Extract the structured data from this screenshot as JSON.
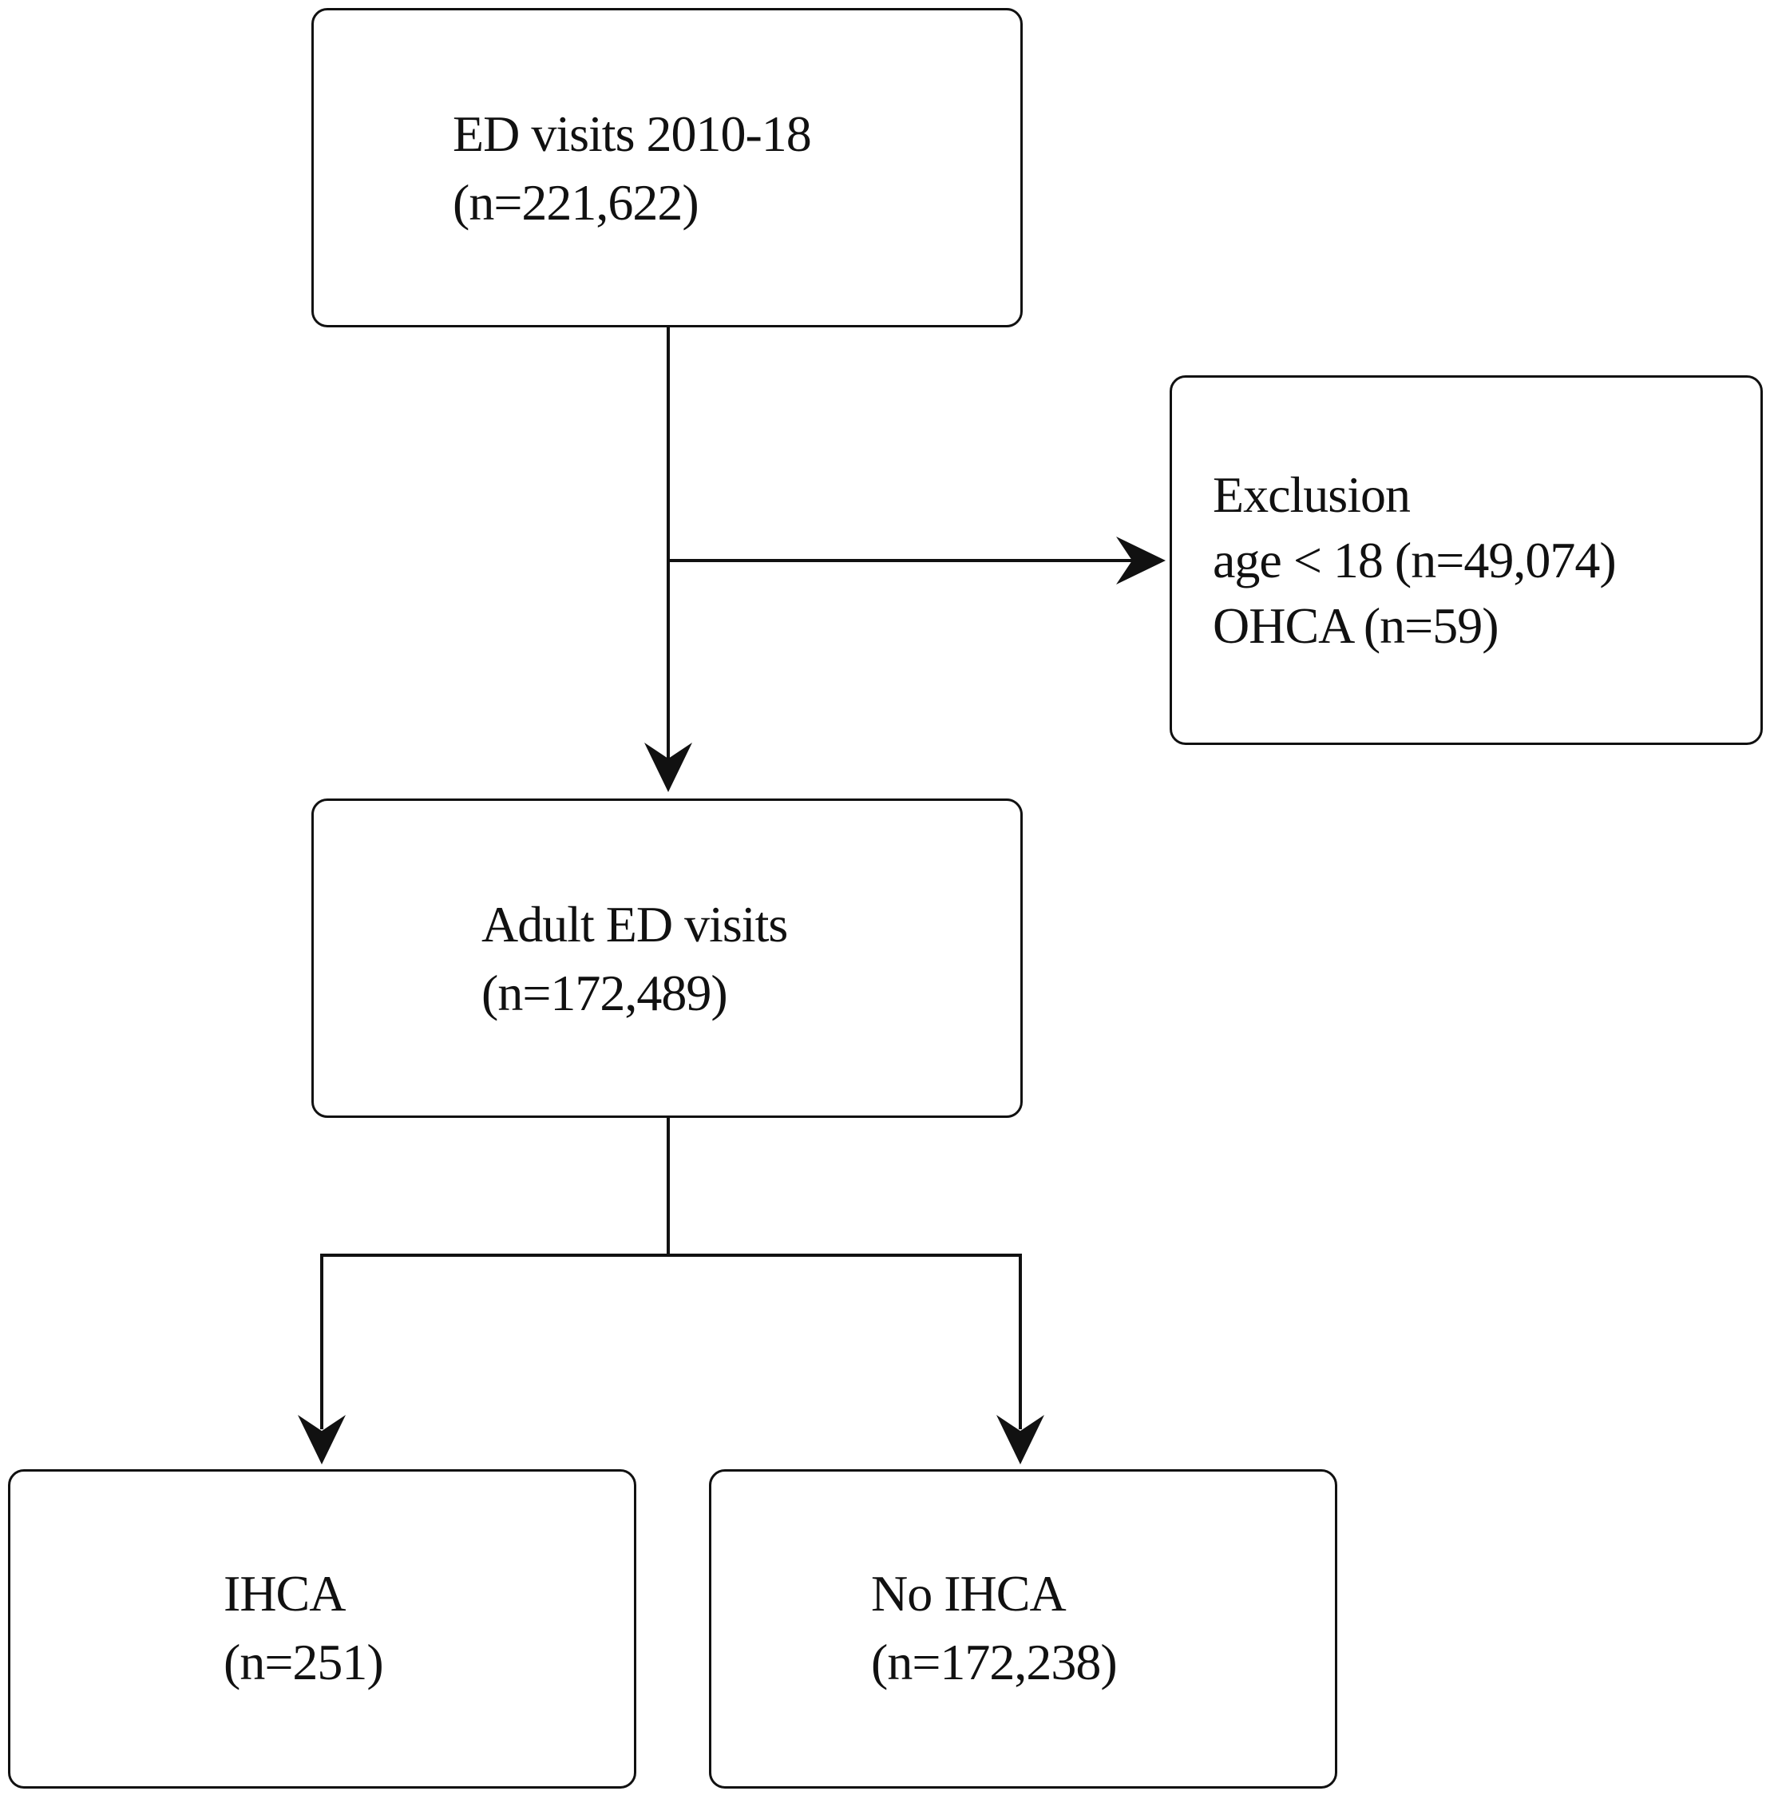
{
  "diagram": {
    "type": "flowchart",
    "nodes": {
      "ed_visits": {
        "line1": "ED visits 2010-18",
        "line2": "(n=221,622)"
      },
      "exclusion": {
        "line1": "Exclusion",
        "line2": "age <  18 (n=49,074)",
        "line3": "OHCA (n=59)"
      },
      "adult_ed_visits": {
        "line1": "Adult ED visits",
        "line2": "(n=172,489)"
      },
      "ihca": {
        "line1": "IHCA",
        "line2": "(n=251)"
      },
      "no_ihca": {
        "line1": "No IHCA",
        "line2": "(n=172,238)"
      }
    },
    "edges": [
      {
        "from": "ED visits 2010-18",
        "to": "Exclusion"
      },
      {
        "from": "ED visits 2010-18",
        "to": "Adult ED visits"
      },
      {
        "from": "Adult ED visits",
        "to": "IHCA"
      },
      {
        "from": "Adult ED visits",
        "to": "No IHCA"
      }
    ],
    "colors": {
      "stroke": "#111111",
      "background": "#ffffff",
      "text": "#111111"
    }
  }
}
